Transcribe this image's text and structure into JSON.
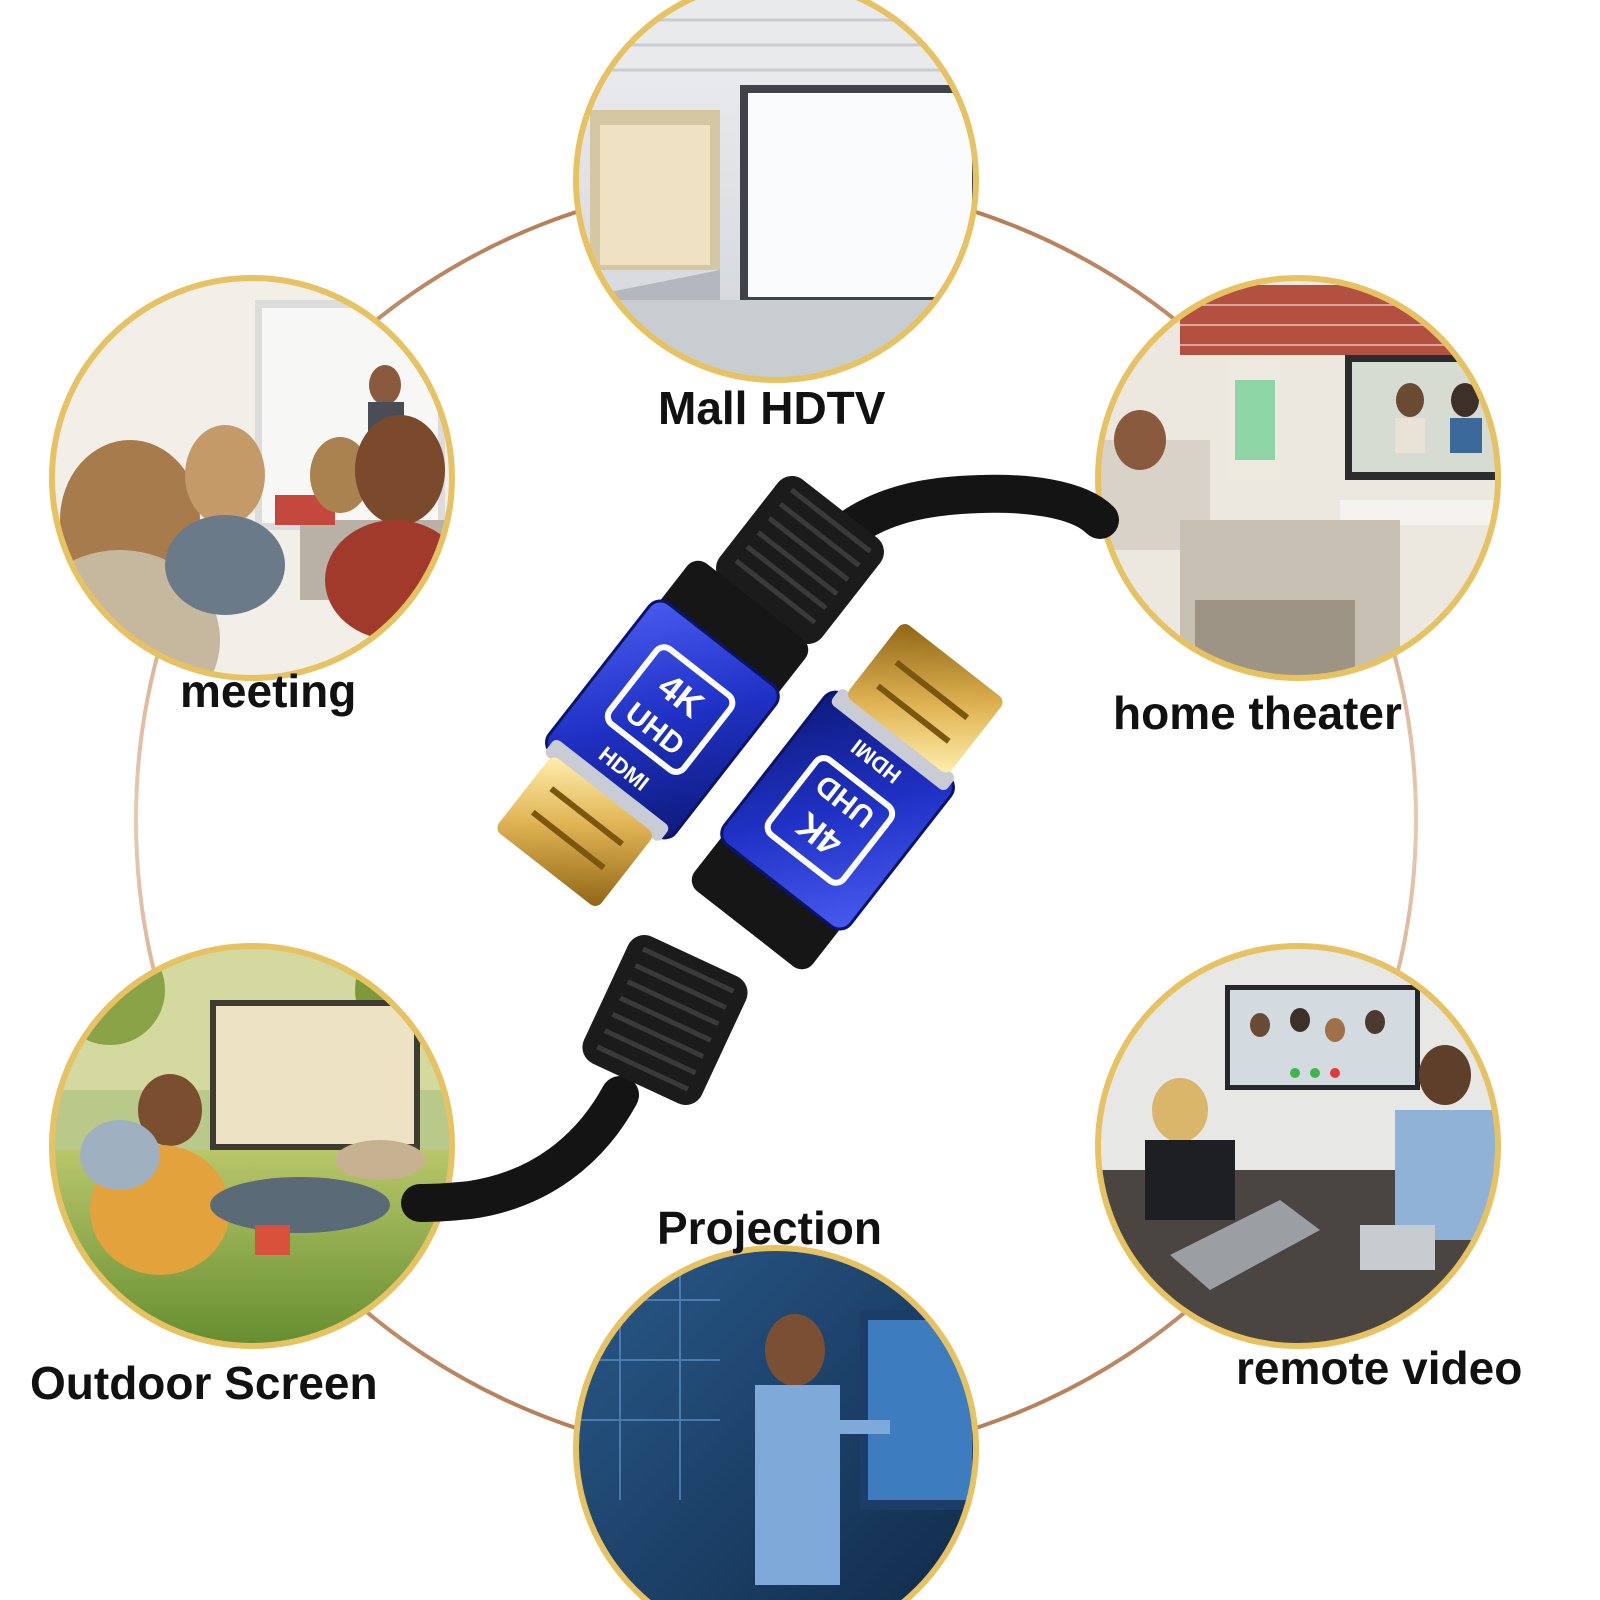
{
  "labels": {
    "mall": "Mall HDTV",
    "meeting": "meeting",
    "home_theater": "home theater",
    "projection": "Projection",
    "outdoor": "Outdoor Screen",
    "remote": "remote video"
  },
  "connector_badge": {
    "brand": "HDMI",
    "resolution": "4K",
    "grade": "UHD"
  },
  "colors": {
    "ring": "#c99a7c",
    "circle_border": "#e7c263",
    "connector_blue": "#2236c8",
    "gold": "#d8a947",
    "cable": "#141414"
  }
}
